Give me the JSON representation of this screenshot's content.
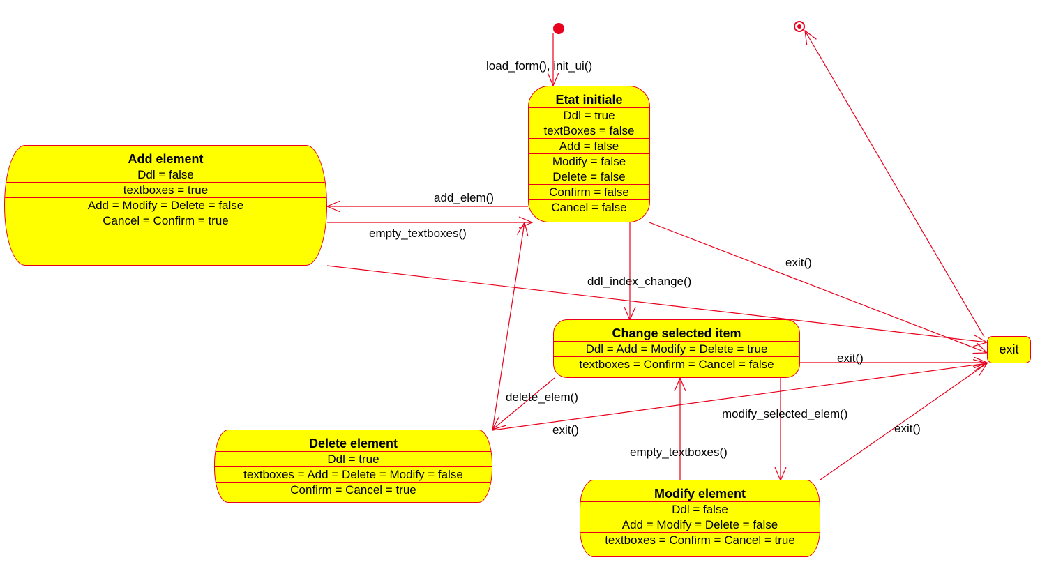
{
  "states": {
    "etat_initiale": {
      "title": "Etat initiale",
      "rows": [
        "Ddl = true",
        "textBoxes = false",
        "Add = false",
        "Modify = false",
        "Delete = false",
        "Confirm = false",
        "Cancel  = false"
      ]
    },
    "add_element": {
      "title": "Add element",
      "rows": [
        "Ddl = false",
        "textboxes = true",
        "Add = Modify = Delete = false",
        "Cancel = Confirm = true"
      ]
    },
    "change_selected_item": {
      "title": "Change selected item",
      "rows": [
        "Ddl = Add = Modify = Delete = true",
        "textboxes = Confirm = Cancel = false"
      ]
    },
    "delete_element": {
      "title": "Delete element",
      "rows": [
        "Ddl = true",
        "textboxes = Add = Delete = Modify = false",
        "Confirm = Cancel = true"
      ]
    },
    "modify_element": {
      "title": "Modify element",
      "rows": [
        "Ddl = false",
        "Add = Modify = Delete = false",
        "textboxes = Confirm = Cancel = true"
      ]
    },
    "exit": {
      "title": "exit"
    }
  },
  "transitions": {
    "load_form": "load_form(), init_ui()",
    "add_elem": "add_elem()",
    "empty_textboxes_add": "empty_textboxes()",
    "exit_initial": "exit()",
    "ddl_index_change": "ddl_index_change()",
    "exit_change": "exit()",
    "delete_elem": "delete_elem()",
    "exit_delete": "exit()",
    "modify_selected_elem": "modify_selected_elem()",
    "exit_modify": "exit()",
    "empty_textboxes_modify": "empty_textboxes()"
  },
  "colors": {
    "state_fill": "#ffff00",
    "line": "#e8001c",
    "text": "#000000"
  }
}
